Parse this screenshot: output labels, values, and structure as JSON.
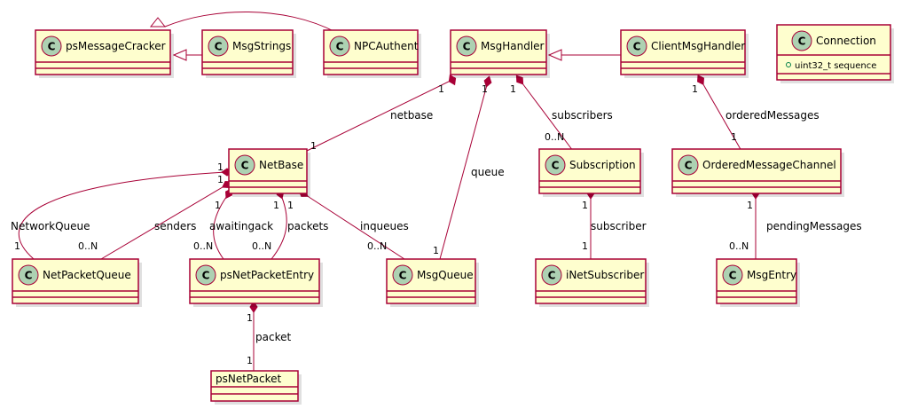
{
  "classes": {
    "psMessageCracker": {
      "name": "psMessageCracker",
      "spot": "C"
    },
    "MsgStrings": {
      "name": "MsgStrings",
      "spot": "C"
    },
    "NPCAuthent": {
      "name": "NPCAuthent",
      "spot": "C"
    },
    "MsgHandler": {
      "name": "MsgHandler",
      "spot": "C"
    },
    "ClientMsgHandler": {
      "name": "ClientMsgHandler",
      "spot": "C"
    },
    "Connection": {
      "name": "Connection",
      "spot": "C",
      "attributes": [
        "uint32_t sequence"
      ]
    },
    "NetBase": {
      "name": "NetBase",
      "spot": "C"
    },
    "Subscription": {
      "name": "Subscription",
      "spot": "C"
    },
    "OrderedMessageChannel": {
      "name": "OrderedMessageChannel",
      "spot": "C"
    },
    "NetPacketQueue": {
      "name": "NetPacketQueue",
      "spot": "C"
    },
    "psNetPacketEntry": {
      "name": "psNetPacketEntry",
      "spot": "C"
    },
    "MsgQueue": {
      "name": "MsgQueue",
      "spot": "C"
    },
    "iNetSubscriber": {
      "name": "iNetSubscriber",
      "spot": "C"
    },
    "MsgEntry": {
      "name": "MsgEntry",
      "spot": "C"
    },
    "psNetPacket": {
      "name": "psNetPacket"
    }
  },
  "relations": {
    "netbase": {
      "label": "netbase",
      "from_mult": "1",
      "to_mult": "1"
    },
    "queue": {
      "label": "queue",
      "from_mult": "1",
      "to_mult": "1"
    },
    "subscribers": {
      "label": "subscribers",
      "from_mult": "1",
      "to_mult": "0..N"
    },
    "orderedMessages": {
      "label": "orderedMessages",
      "from_mult": "1",
      "to_mult": "1"
    },
    "networkQueue": {
      "label": "NetworkQueue",
      "from_mult": "1",
      "to_mult": "1"
    },
    "senders": {
      "label": "senders",
      "from_mult": "1",
      "to_mult": "0..N"
    },
    "awaitingack": {
      "label": "awaitingack",
      "from_mult": "1",
      "to_mult": "0..N"
    },
    "packets": {
      "label": "packets",
      "from_mult": "1",
      "to_mult": "0..N"
    },
    "inqueues": {
      "label": "inqueues",
      "from_mult": "1",
      "to_mult": "0..N"
    },
    "subscriber": {
      "label": "subscriber",
      "from_mult": "1",
      "to_mult": "1"
    },
    "pendingMessages": {
      "label": "pendingMessages",
      "from_mult": "1",
      "to_mult": "0..N"
    },
    "packet": {
      "label": "packet",
      "from_mult": "1",
      "to_mult": "1"
    }
  }
}
